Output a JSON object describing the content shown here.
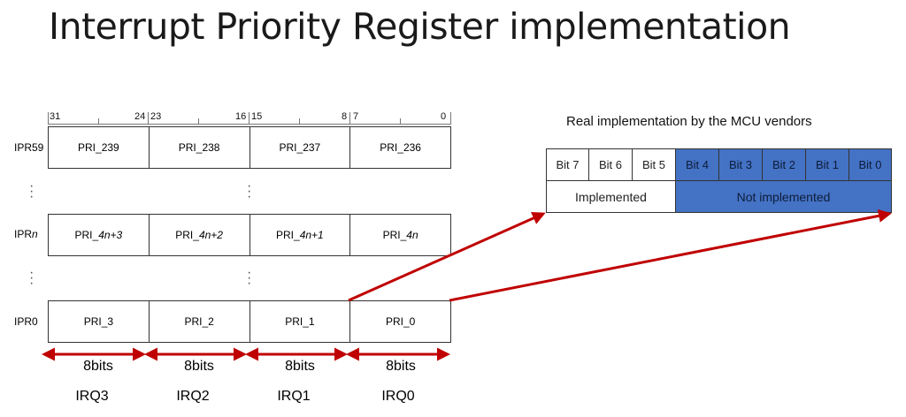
{
  "title": "Interrupt Priority Register implementation",
  "bit_numbers": [
    "31",
    "24",
    "23",
    "16",
    "15",
    "8",
    "7",
    "0"
  ],
  "registers": [
    {
      "label": "IPR59",
      "label_prefix": "IPR59",
      "label_italic": "",
      "cells": [
        {
          "prefix": "PRI_239",
          "suffix": ""
        },
        {
          "prefix": "PRI_238",
          "suffix": ""
        },
        {
          "prefix": "PRI_237",
          "suffix": ""
        },
        {
          "prefix": "PRI_236",
          "suffix": ""
        }
      ]
    },
    {
      "label": "IPRn",
      "label_prefix": "IPR",
      "label_italic": "n",
      "cells": [
        {
          "prefix": "PRI_",
          "suffix": "4n+3"
        },
        {
          "prefix": "PRI_",
          "suffix": "4n+2"
        },
        {
          "prefix": "PRI_",
          "suffix": "4n+1"
        },
        {
          "prefix": "PRI_",
          "suffix": "4n"
        }
      ]
    },
    {
      "label": "IPR0",
      "label_prefix": "IPR0",
      "label_italic": "",
      "cells": [
        {
          "prefix": "PRI_3",
          "suffix": ""
        },
        {
          "prefix": "PRI_2",
          "suffix": ""
        },
        {
          "prefix": "PRI_1",
          "suffix": ""
        },
        {
          "prefix": "PRI_0",
          "suffix": ""
        }
      ]
    }
  ],
  "field_width": "8bits",
  "irqs": [
    "IRQ3",
    "IRQ2",
    "IRQ1",
    "IRQ0"
  ],
  "vendor": {
    "title": "Real implementation by the MCU vendors",
    "bits": [
      "Bit 7",
      "Bit 6",
      "Bit 5",
      "Bit 4",
      "Bit 3",
      "Bit 2",
      "Bit 1",
      "Bit 0"
    ],
    "implemented_count": 3,
    "implemented_label": "Implemented",
    "not_implemented_label": "Not implemented"
  },
  "colors": {
    "arrow": "#c00000",
    "blue_fill": "#4472c4"
  }
}
